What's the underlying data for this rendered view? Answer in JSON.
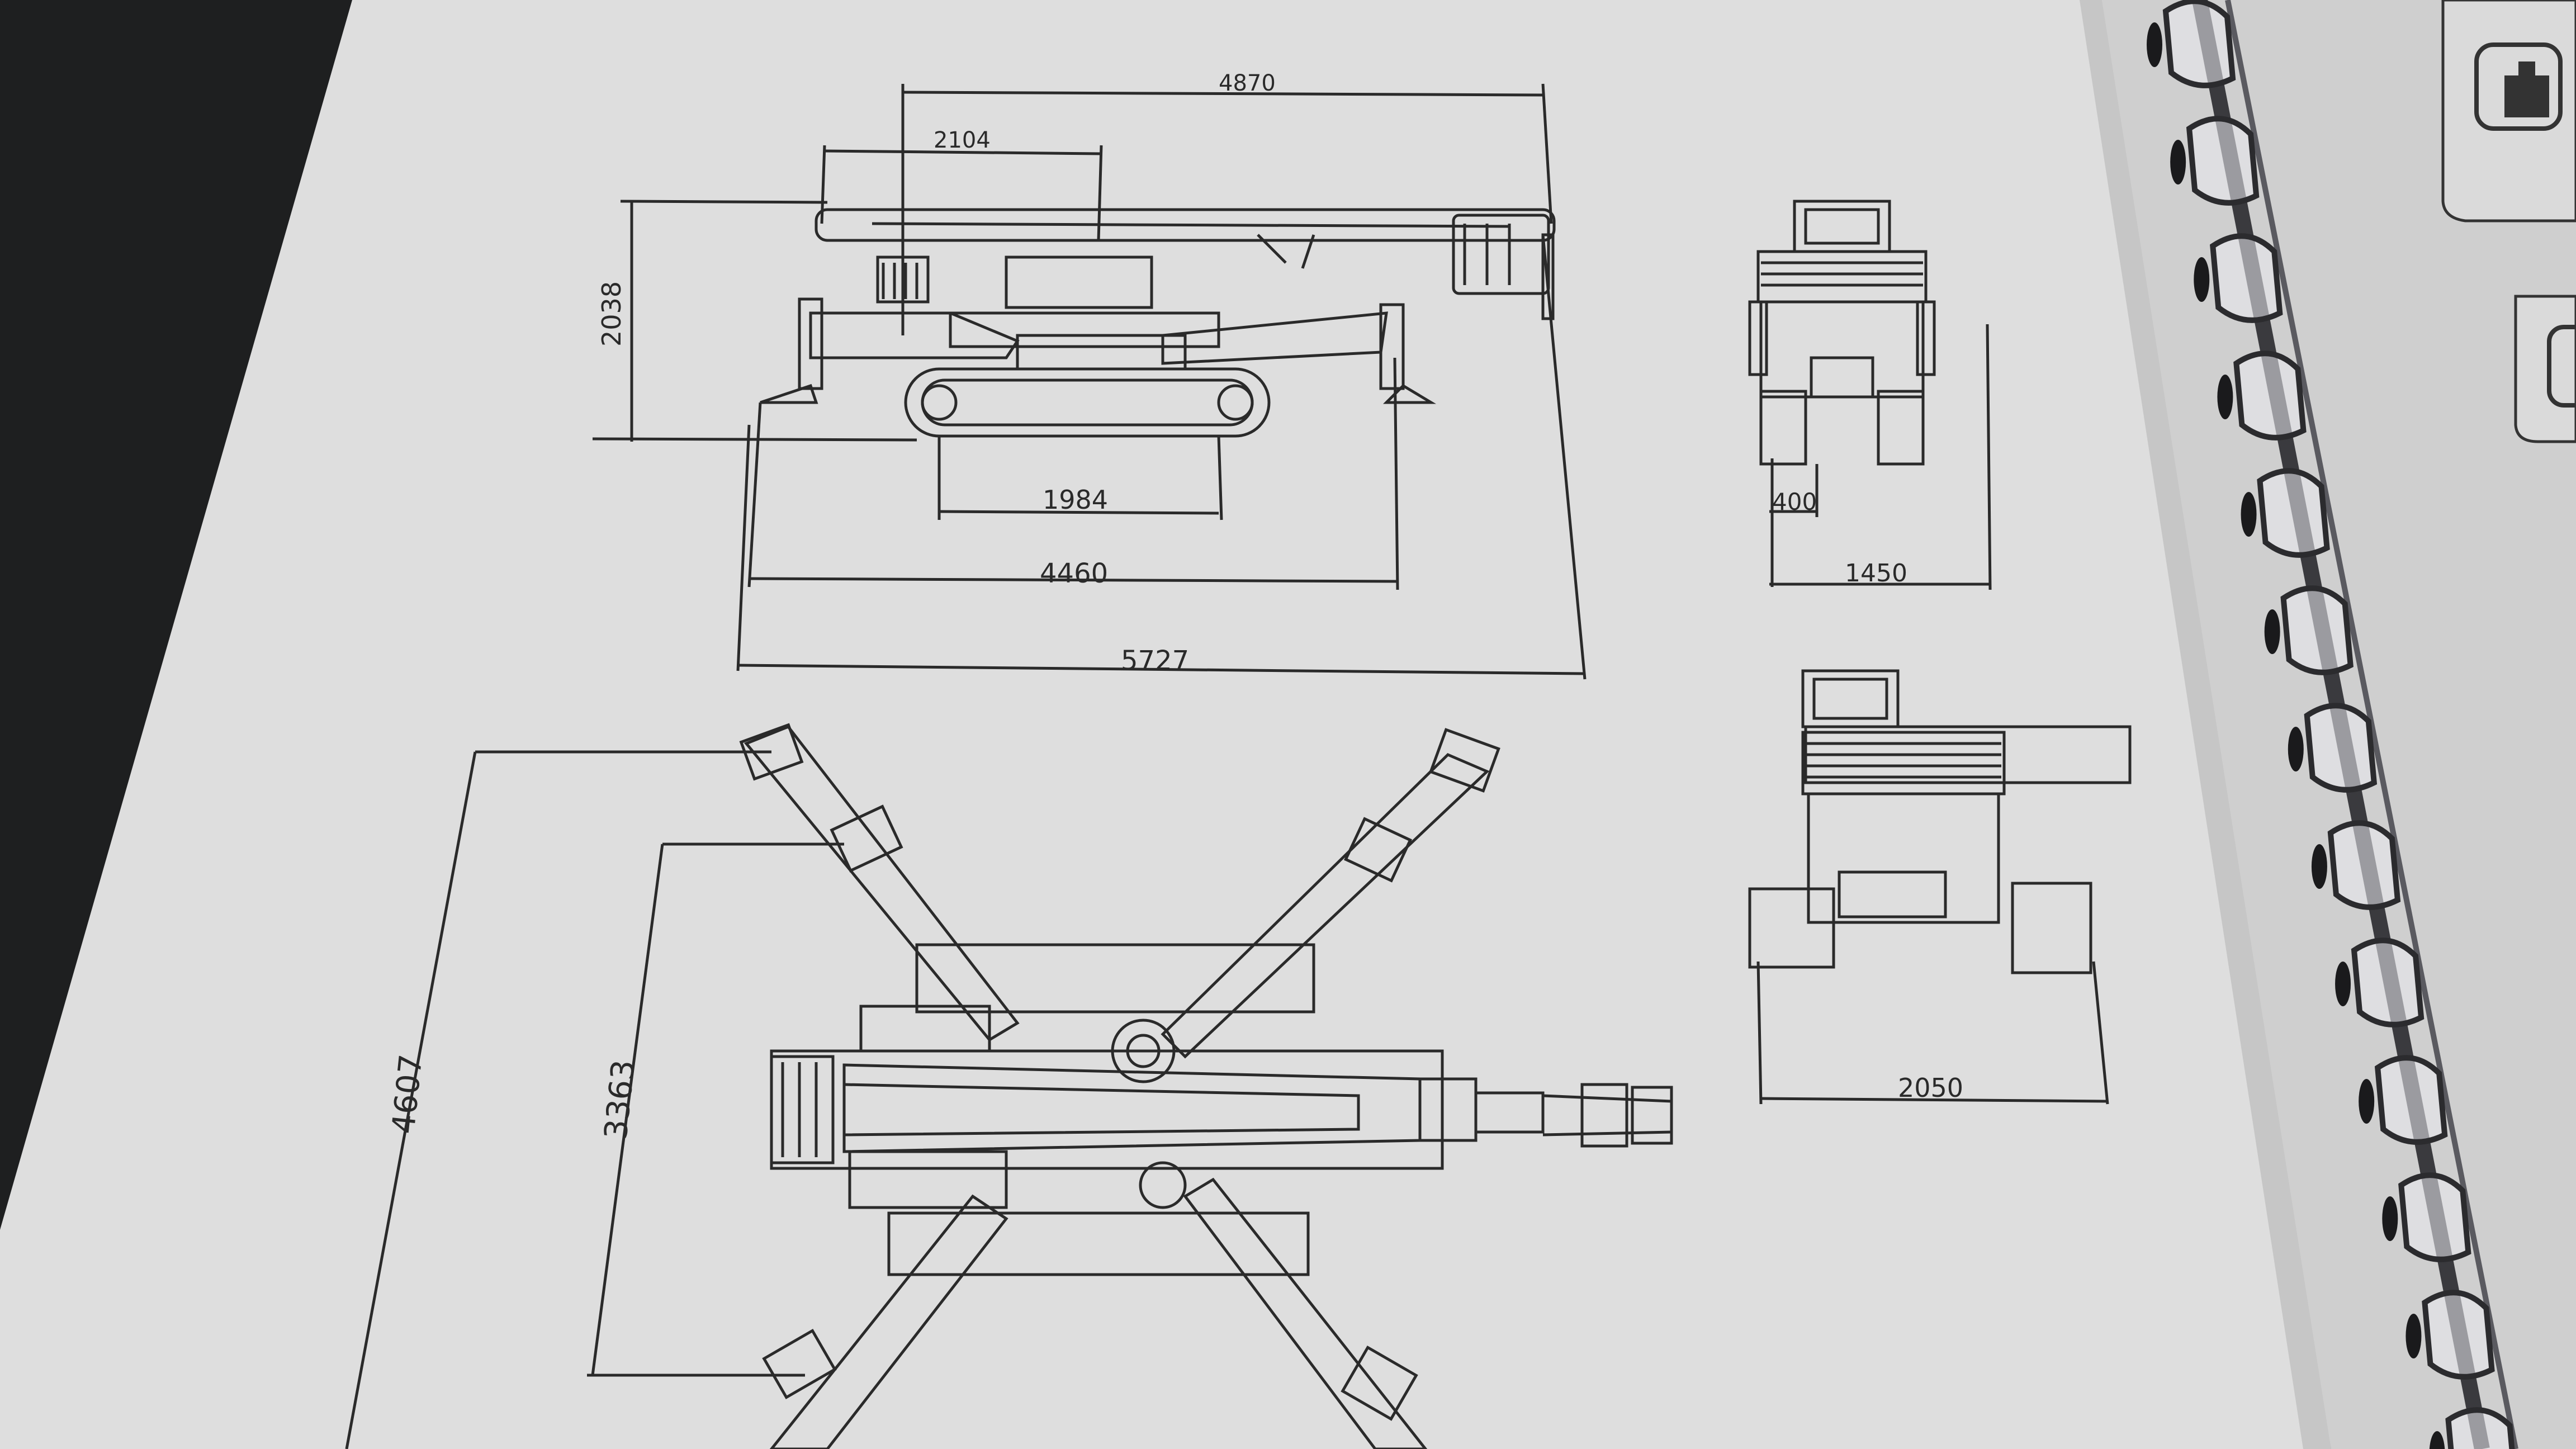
{
  "colors": {
    "desk": "#1e1f20",
    "paper": "#dcdcdc",
    "paper_shadow": "#bdbdbd",
    "ink": "#2a2a2a",
    "binding_wire": "#3a3a3e"
  },
  "drawing": {
    "side_view": {
      "dim_overall_boom": "4870",
      "dim_boom_offset": "2104",
      "dim_height": "2038",
      "dim_track_length": "1984",
      "dim_outrigger_span": "4460",
      "dim_overall_length": "5727"
    },
    "rear_view_stowed": {
      "dim_track_width": "400",
      "dim_overall_width": "1450"
    },
    "rear_view_extended": {
      "dim_extended_width": "2050"
    },
    "top_view": {
      "dim_outrigger_max": "4607",
      "dim_outrigger_inner": "3363"
    }
  },
  "next_page_tabs": [
    {
      "icon": "weight-icon"
    },
    {
      "icon": "weight-icon"
    }
  ]
}
